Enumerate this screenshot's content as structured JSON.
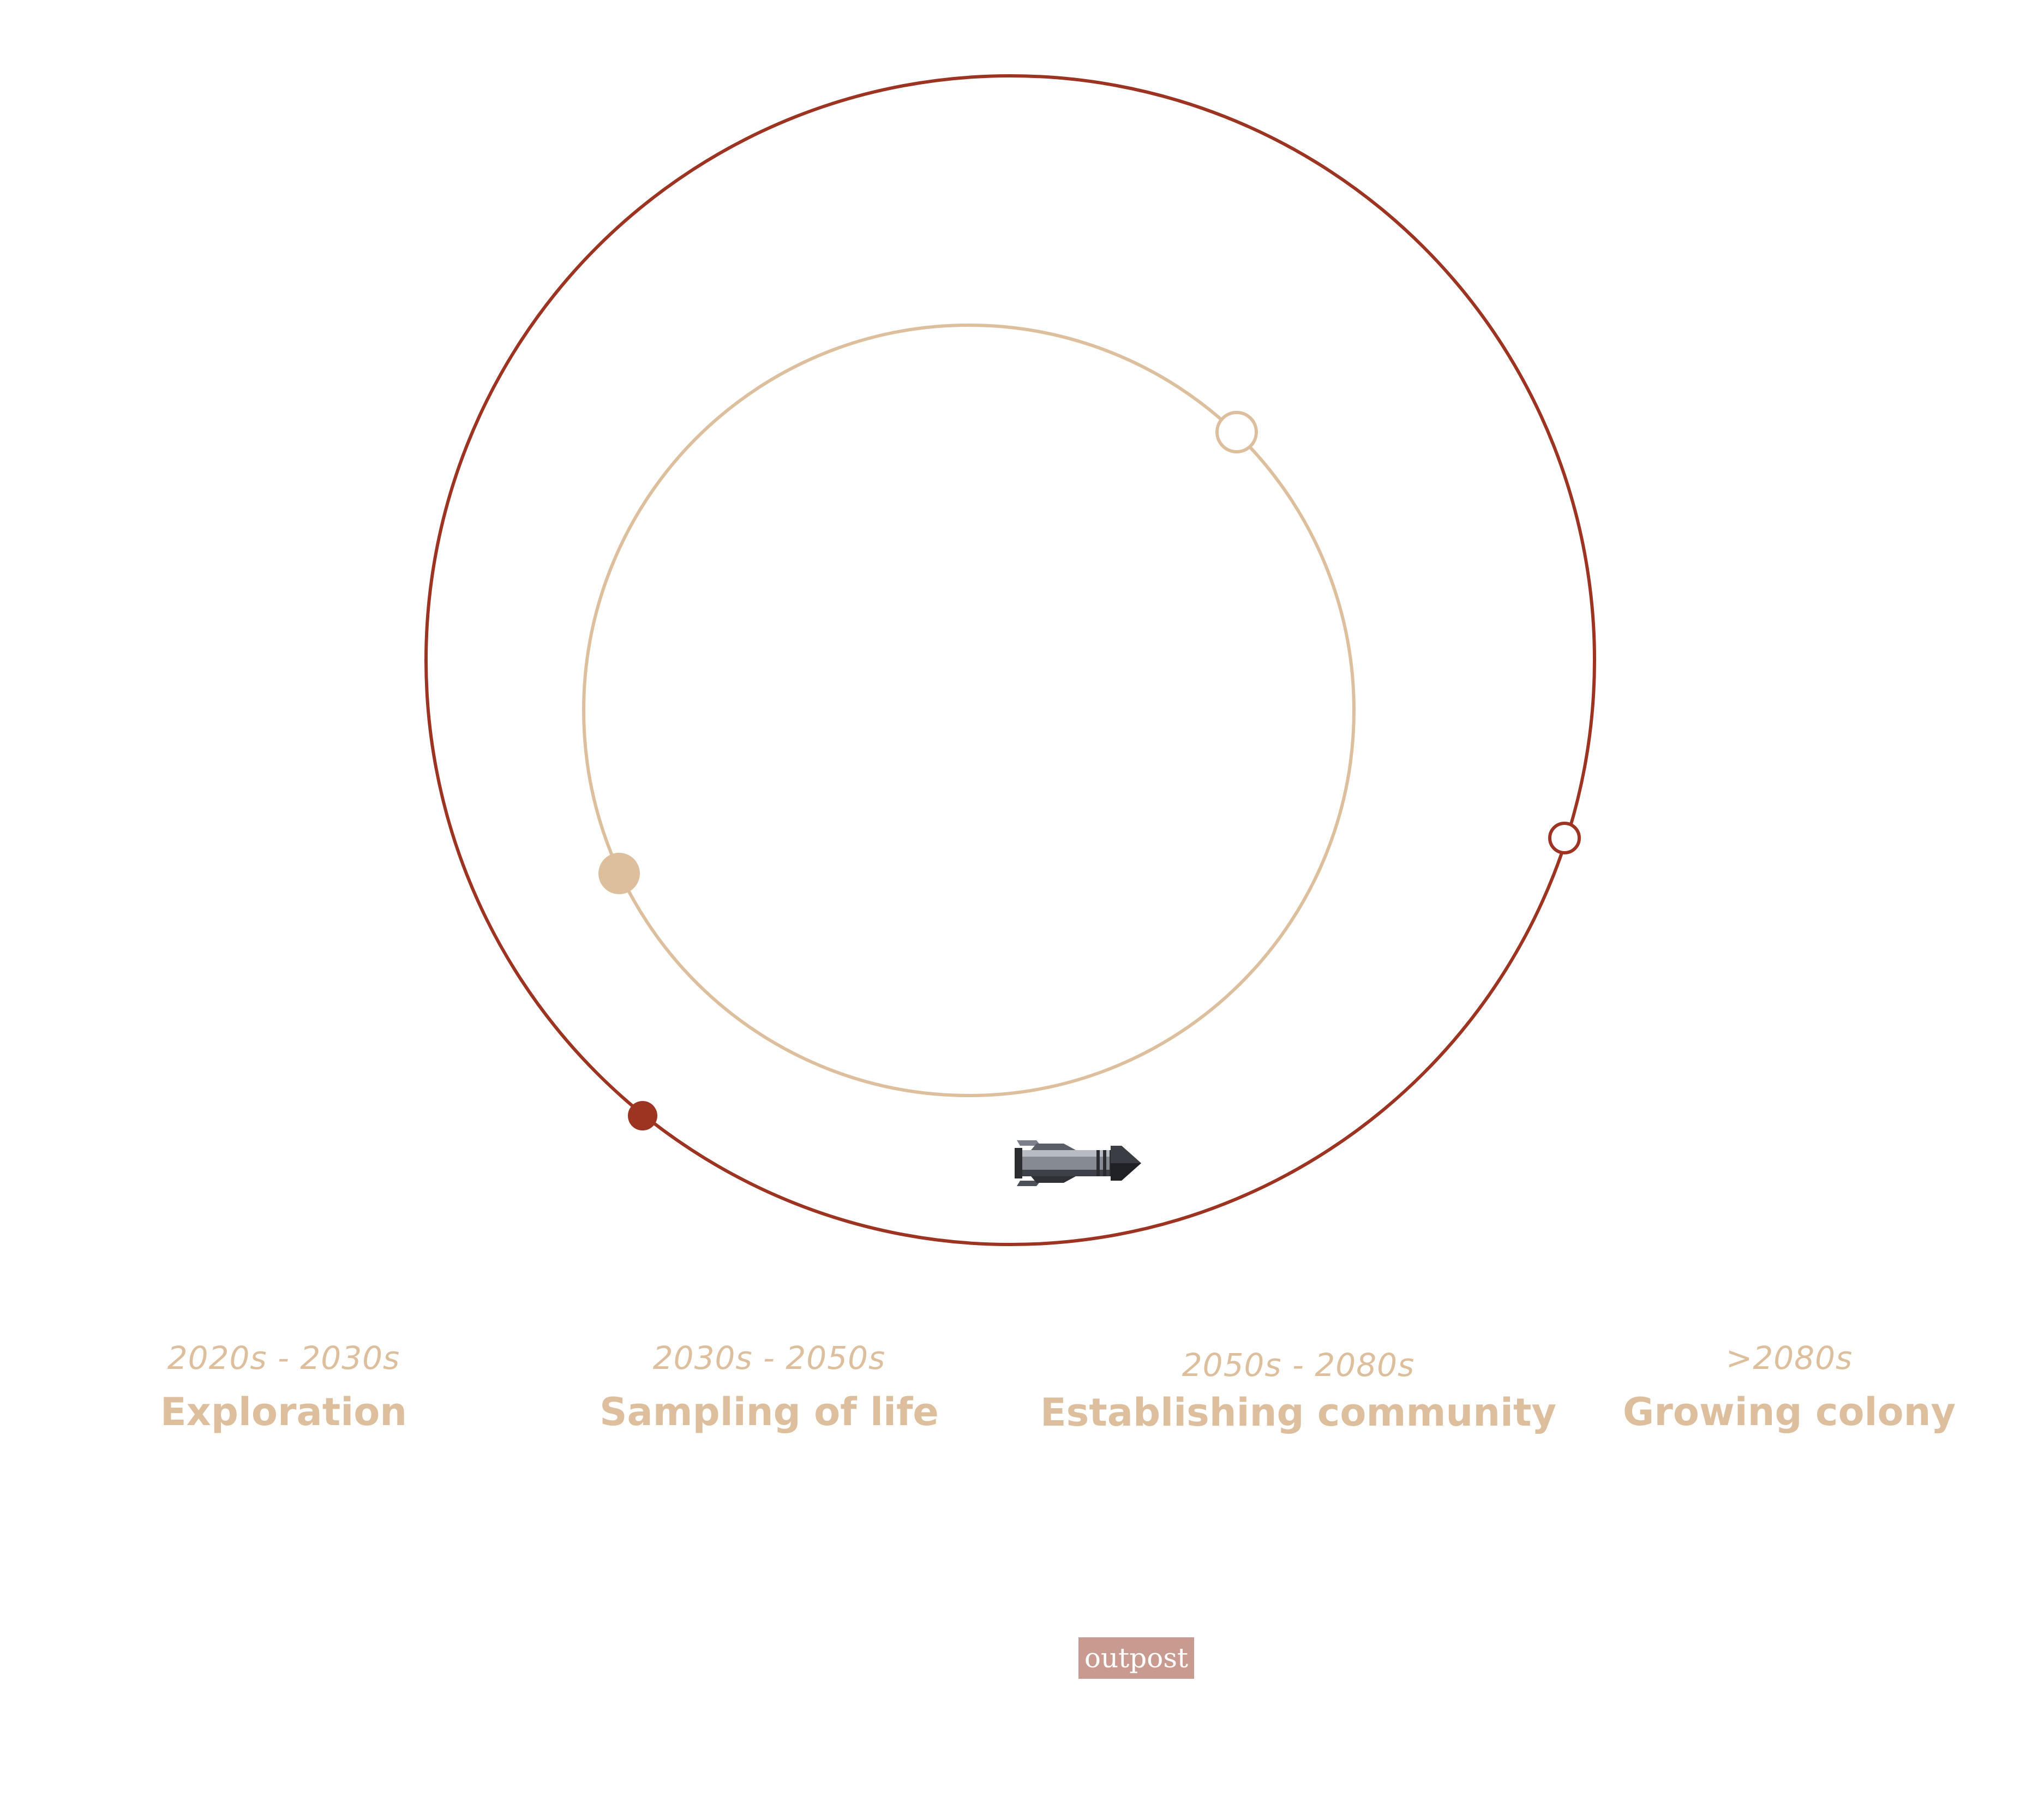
{
  "colors": {
    "outer_orbit": "#9c3421",
    "inner_orbit": "#ddbf9d",
    "label_text": "#ddbf9d",
    "logo_badge_bg": "#c99b90",
    "logo_badge_text": "#ffffff",
    "rocket_dark": "#1f2125",
    "rocket_metal": "#6b7079"
  },
  "diagram": {
    "rocket_icon": "rocket-icon",
    "markers": [
      {
        "name": "outer-orbit-filled-marker",
        "style": "filled",
        "orbit": "outer"
      },
      {
        "name": "outer-orbit-hollow-marker",
        "style": "hollow",
        "orbit": "outer"
      },
      {
        "name": "inner-orbit-filled-marker",
        "style": "filled",
        "orbit": "inner"
      },
      {
        "name": "inner-orbit-hollow-marker",
        "style": "hollow",
        "orbit": "inner"
      }
    ]
  },
  "phases": [
    {
      "period": "2020s - 2030s",
      "title": "Exploration"
    },
    {
      "period": "2030s - 2050s",
      "title": "Sampling of life"
    },
    {
      "period": "2050s - 2080s",
      "title": "Establishing community"
    },
    {
      "period": ">2080s",
      "title": "Growing colony"
    }
  ],
  "logo": {
    "text": "outpost"
  }
}
